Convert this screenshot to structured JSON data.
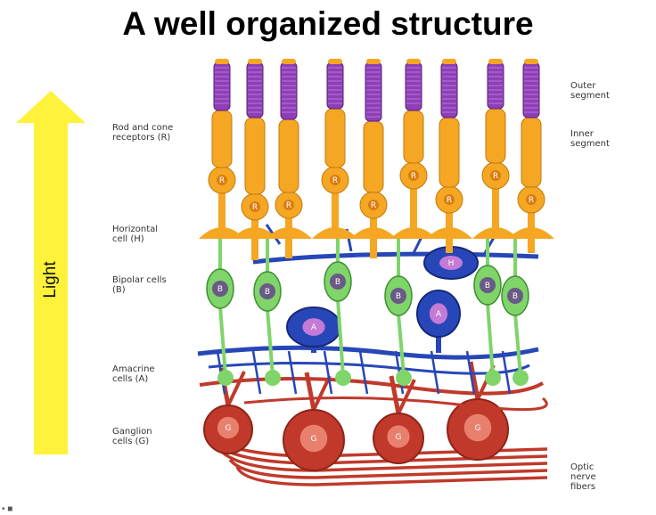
{
  "title": "A well organized structure",
  "arrow": {
    "label": "Light",
    "color": "#fff23a"
  },
  "labels": {
    "rod_cone": "Rod and cone receptors (R)",
    "horizontal": "Horizontal cell (H)",
    "bipolar": "Bipolar cells (B)",
    "amacrine": "Amacrine cells (A)",
    "ganglion": "Ganglion cells (G)",
    "outer_segment": "Outer segment",
    "inner_segment": "Inner segment",
    "optic_nerve": "Optic nerve fibers"
  },
  "cell_letters": {
    "receptor": "R",
    "horizontal": "H",
    "bipolar": "B",
    "amacrine": "A",
    "ganglion": "G"
  },
  "colors": {
    "receptor": "#f5a623",
    "outer_segment": "#8e3fb8",
    "bipolar": "#7fd46a",
    "horizontal_amacrine": "#2747b8",
    "ganglion": "#c0392b"
  },
  "footer_mark": "• ■"
}
